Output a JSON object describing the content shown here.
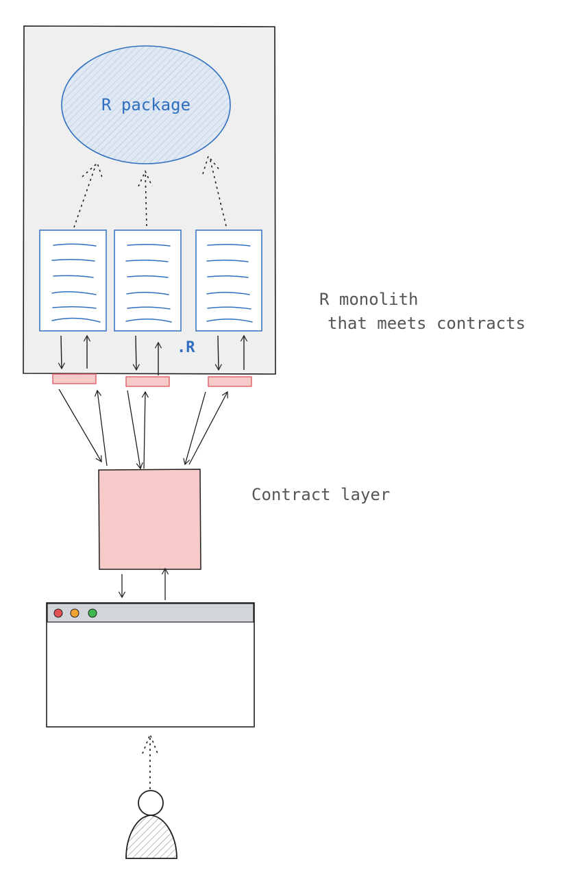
{
  "diagram": {
    "package_label": "R package",
    "r_file_label": ".R",
    "monolith_label_line1": "R monolith",
    "monolith_label_line2": "that meets contracts",
    "contract_label": "Contract layer"
  },
  "colors": {
    "panel_fill": "#efefef",
    "package_fill": "#d8e4f2",
    "blue_stroke": "#2f6fbf",
    "contract_fill": "#f7caca",
    "contract_stroke": "#d9535f",
    "browser_bar": "#d2d5d9",
    "dot_red": "#e15353",
    "dot_orange": "#f0a330",
    "dot_green": "#3fb950"
  }
}
